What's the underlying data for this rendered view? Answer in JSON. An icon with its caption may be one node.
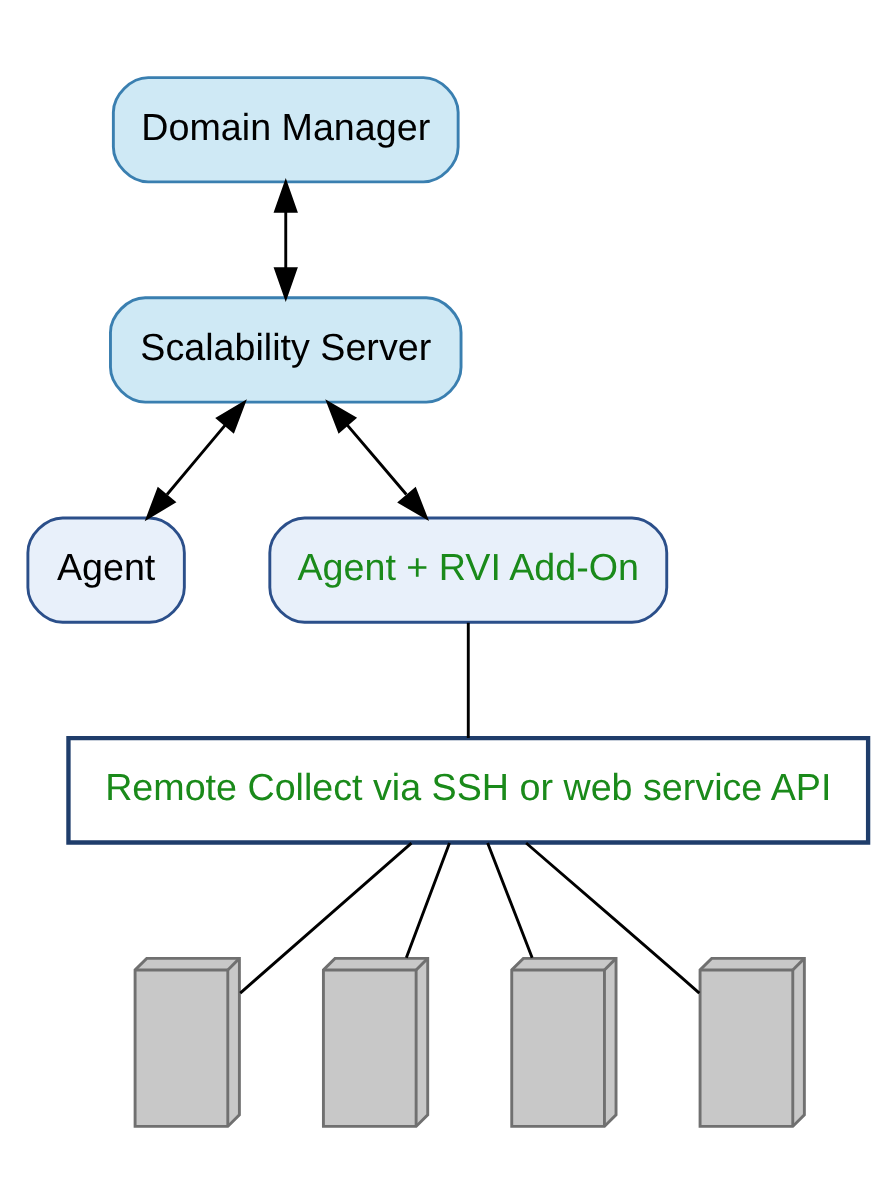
{
  "diagram": {
    "nodes": [
      {
        "text": [
          "Domain Manager"
        ]
      },
      {
        "text": [
          "Scalability Server"
        ]
      },
      {
        "text": [
          "Agent"
        ]
      },
      {
        "text": [
          "Agent + RVI Add-On"
        ]
      },
      {
        "text": [
          "Remote Collect via SSH or web service API"
        ]
      },
      {
        "text": [],
        "shape": "server"
      },
      {
        "text": [],
        "shape": "server"
      },
      {
        "text": [],
        "shape": "server"
      },
      {
        "text": [],
        "shape": "server"
      }
    ],
    "edges": [
      {
        "from": 0,
        "to": 1,
        "arrow": "both"
      },
      {
        "from": 1,
        "to": 2,
        "arrow": "both"
      },
      {
        "from": 1,
        "to": 3,
        "arrow": "both"
      },
      {
        "from": 3,
        "to": 4,
        "arrow": "none"
      },
      {
        "from": 4,
        "to": 5,
        "arrow": "none"
      },
      {
        "from": 4,
        "to": 6,
        "arrow": "none"
      },
      {
        "from": 4,
        "to": 7,
        "arrow": "none"
      },
      {
        "from": 4,
        "to": 8,
        "arrow": "none"
      }
    ]
  }
}
